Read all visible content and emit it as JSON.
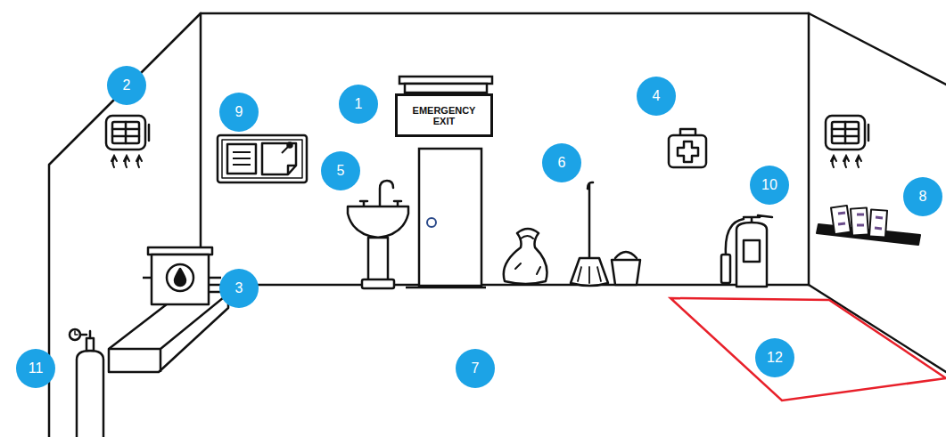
{
  "diagram": {
    "nodes": [
      {
        "text": [
          "1"
        ]
      },
      {
        "text": [
          "EMERGENCY EXIT"
        ]
      },
      {
        "text": [
          "2"
        ]
      },
      {
        "text": [
          "3"
        ]
      },
      {
        "text": [
          "4"
        ]
      },
      {
        "text": [
          "5"
        ]
      },
      {
        "text": [
          "6"
        ]
      },
      {
        "text": [
          "7"
        ]
      },
      {
        "text": [
          "8"
        ]
      },
      {
        "text": [
          "9"
        ]
      },
      {
        "text": [
          "10"
        ]
      },
      {
        "text": [
          "11"
        ]
      },
      {
        "text": [
          "12"
        ]
      }
    ]
  }
}
